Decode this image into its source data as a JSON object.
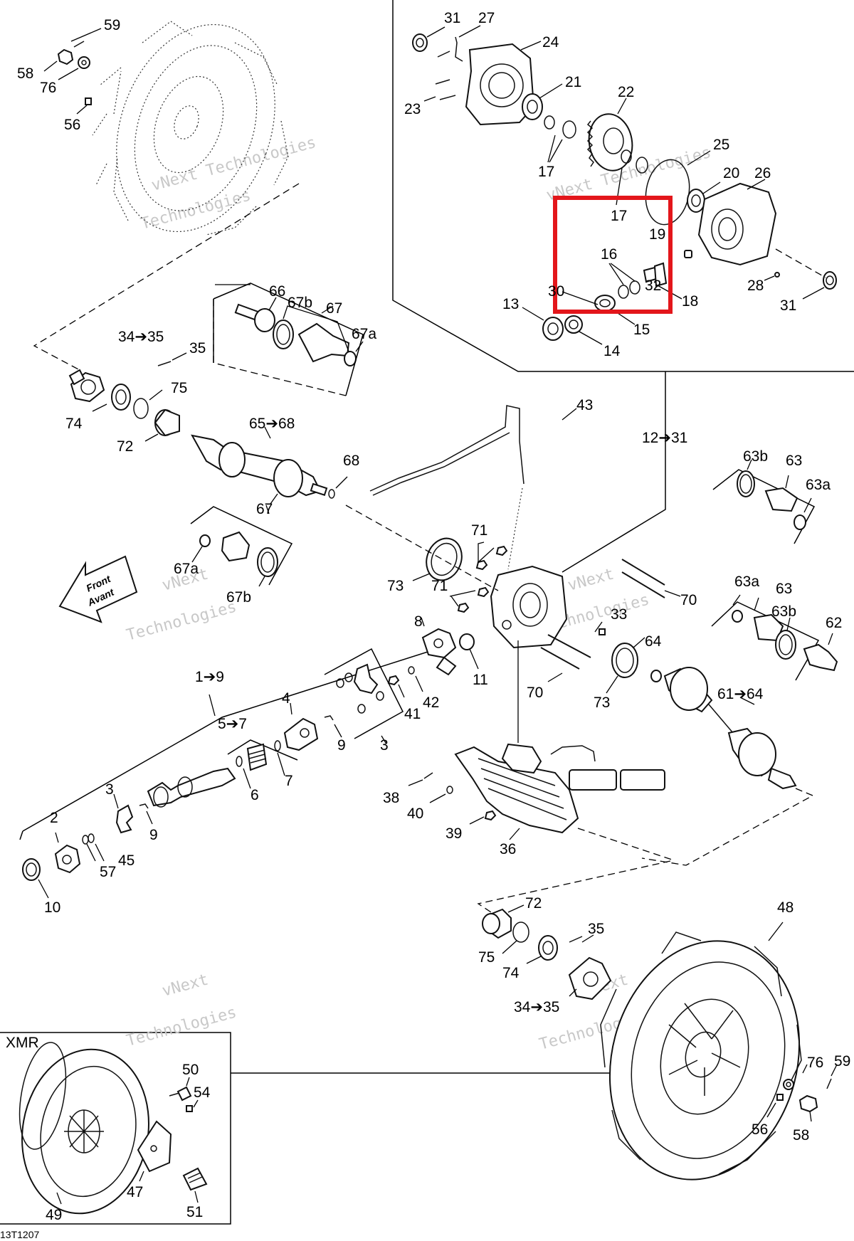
{
  "labels": {
    "p1_9": "1➔9",
    "p2": "2",
    "p3a": "3",
    "p3b": "3",
    "p4": "4",
    "p5_7": "5➔7",
    "p6": "6",
    "p7": "7",
    "p8": "8",
    "p9a": "9",
    "p9b": "9",
    "p10": "10",
    "p11": "11",
    "p12_31": "12➔31",
    "p13": "13",
    "p14": "14",
    "p15": "15",
    "p16": "16",
    "p17a": "17",
    "p17b": "17",
    "p18": "18",
    "p19": "19",
    "p20": "20",
    "p21": "21",
    "p22": "22",
    "p23": "23",
    "p24": "24",
    "p25": "25",
    "p26": "26",
    "p27": "27",
    "p28": "28",
    "p30": "30",
    "p31a": "31",
    "p31b": "31",
    "p32": "32",
    "p33": "33",
    "p34_35a": "34➔35",
    "p34_35b": "34➔35",
    "p35a": "35",
    "p35b": "35",
    "p36": "36",
    "p38": "38",
    "p39": "39",
    "p40": "40",
    "p41": "41",
    "p42": "42",
    "p43": "43",
    "p45": "45",
    "p47": "47",
    "p48": "48",
    "p49": "49",
    "p50": "50",
    "p51": "51",
    "p54": "54",
    "p56a": "56",
    "p56b": "56",
    "p57": "57",
    "p58a": "58",
    "p58b": "58",
    "p59a": "59",
    "p59b": "59",
    "p61_64": "61➔64",
    "p62": "62",
    "p63a": "63",
    "p63b": "63",
    "p63a_a": "63a",
    "p63a_b": "63a",
    "p63b_a": "63b",
    "p63b_b": "63b",
    "p64": "64",
    "p65_68": "65➔68",
    "p66": "66",
    "p67a": "67",
    "p67b": "67",
    "p67a_a": "67a",
    "p67a_b": "67a",
    "p67b_a": "67b",
    "p67b_b": "67b",
    "p68": "68",
    "p70a": "70",
    "p70b": "70",
    "p71a": "71",
    "p71b": "71",
    "p72a": "72",
    "p72b": "72",
    "p73a": "73",
    "p73b": "73",
    "p74a": "74",
    "p74b": "74",
    "p75a": "75",
    "p75b": "75",
    "p76a": "76",
    "p76b": "76"
  },
  "front_arrow": {
    "line1": "Front",
    "line2": "Avant"
  },
  "xmr_label": "XMR",
  "figure_code": "13T1207",
  "watermark": {
    "line1": "vNext",
    "line2": "vNext Technologies",
    "line3": "Technologies"
  },
  "highlight_color": "#e3161b"
}
